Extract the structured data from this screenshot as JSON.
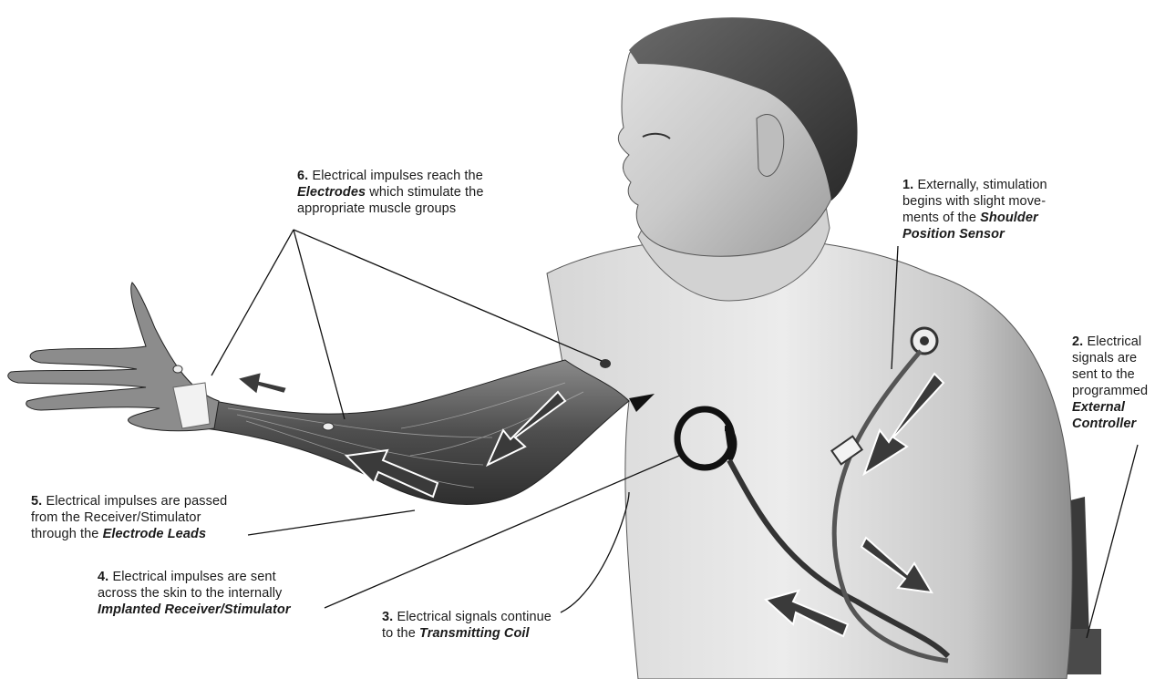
{
  "labels": {
    "step1": {
      "number": "1.",
      "line1": "Externally, stimulation",
      "line2": "begins with slight move-",
      "line3_prefix": "ments of the",
      "term_line3": "Shoulder",
      "term_line4": "Position Sensor"
    },
    "step2": {
      "number": "2.",
      "line1": "Electrical",
      "line2": "signals are",
      "line3": "sent to the",
      "line4": "programmed",
      "term_line5": "External",
      "term_line6": "Controller"
    },
    "step3": {
      "number": "3.",
      "line1": "Electrical signals continue",
      "line2_prefix": "to the",
      "term": "Transmitting Coil"
    },
    "step4": {
      "number": "4.",
      "line1": "Electrical impulses are sent",
      "line2": "across the skin to the internally",
      "term": "Implanted Receiver/Stimulator"
    },
    "step5": {
      "number": "5.",
      "line1": "Electrical impulses are passed",
      "line2": "from the Receiver/Stimulator",
      "line3_prefix": "through the",
      "term": "Electrode Leads"
    },
    "step6": {
      "number": "6.",
      "line1": "Electrical impulses reach the",
      "term": "Electrodes",
      "line2_suffix": "which stimulate the",
      "line3": "appropriate muscle groups"
    }
  },
  "colors": {
    "skin_shade": "#bdbdbd",
    "skin_dark": "#5a5a5a",
    "outline": "#222222",
    "arrow_fill": "#3a3a3a",
    "arrow_outline": "#ffffff"
  }
}
